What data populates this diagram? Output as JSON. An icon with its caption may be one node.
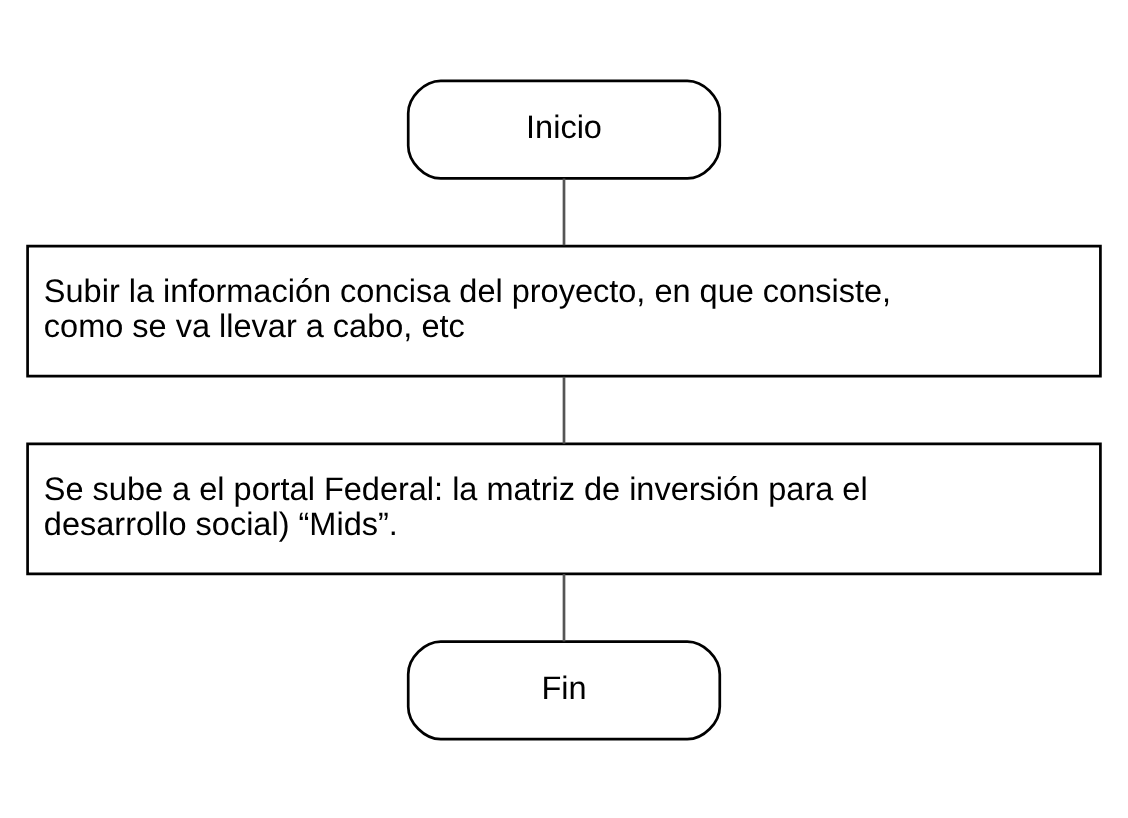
{
  "diagram": {
    "nodes": [
      {
        "text": [
          "Inicio"
        ]
      },
      {
        "text": [
          "Subir la información concisa del proyecto, en que consiste, como se va llevar a cabo, etc"
        ]
      },
      {
        "text": [
          "Se sube a el portal Federal: la matriz de inversión para el desarrollo social) “Mids”."
        ]
      },
      {
        "text": [
          "Fin"
        ]
      }
    ],
    "edges": [
      {
        "from": 0,
        "to": 1,
        "arrow": "none"
      },
      {
        "from": 1,
        "to": 2,
        "arrow": "none"
      },
      {
        "from": 2,
        "to": 3,
        "arrow": "none"
      }
    ]
  }
}
